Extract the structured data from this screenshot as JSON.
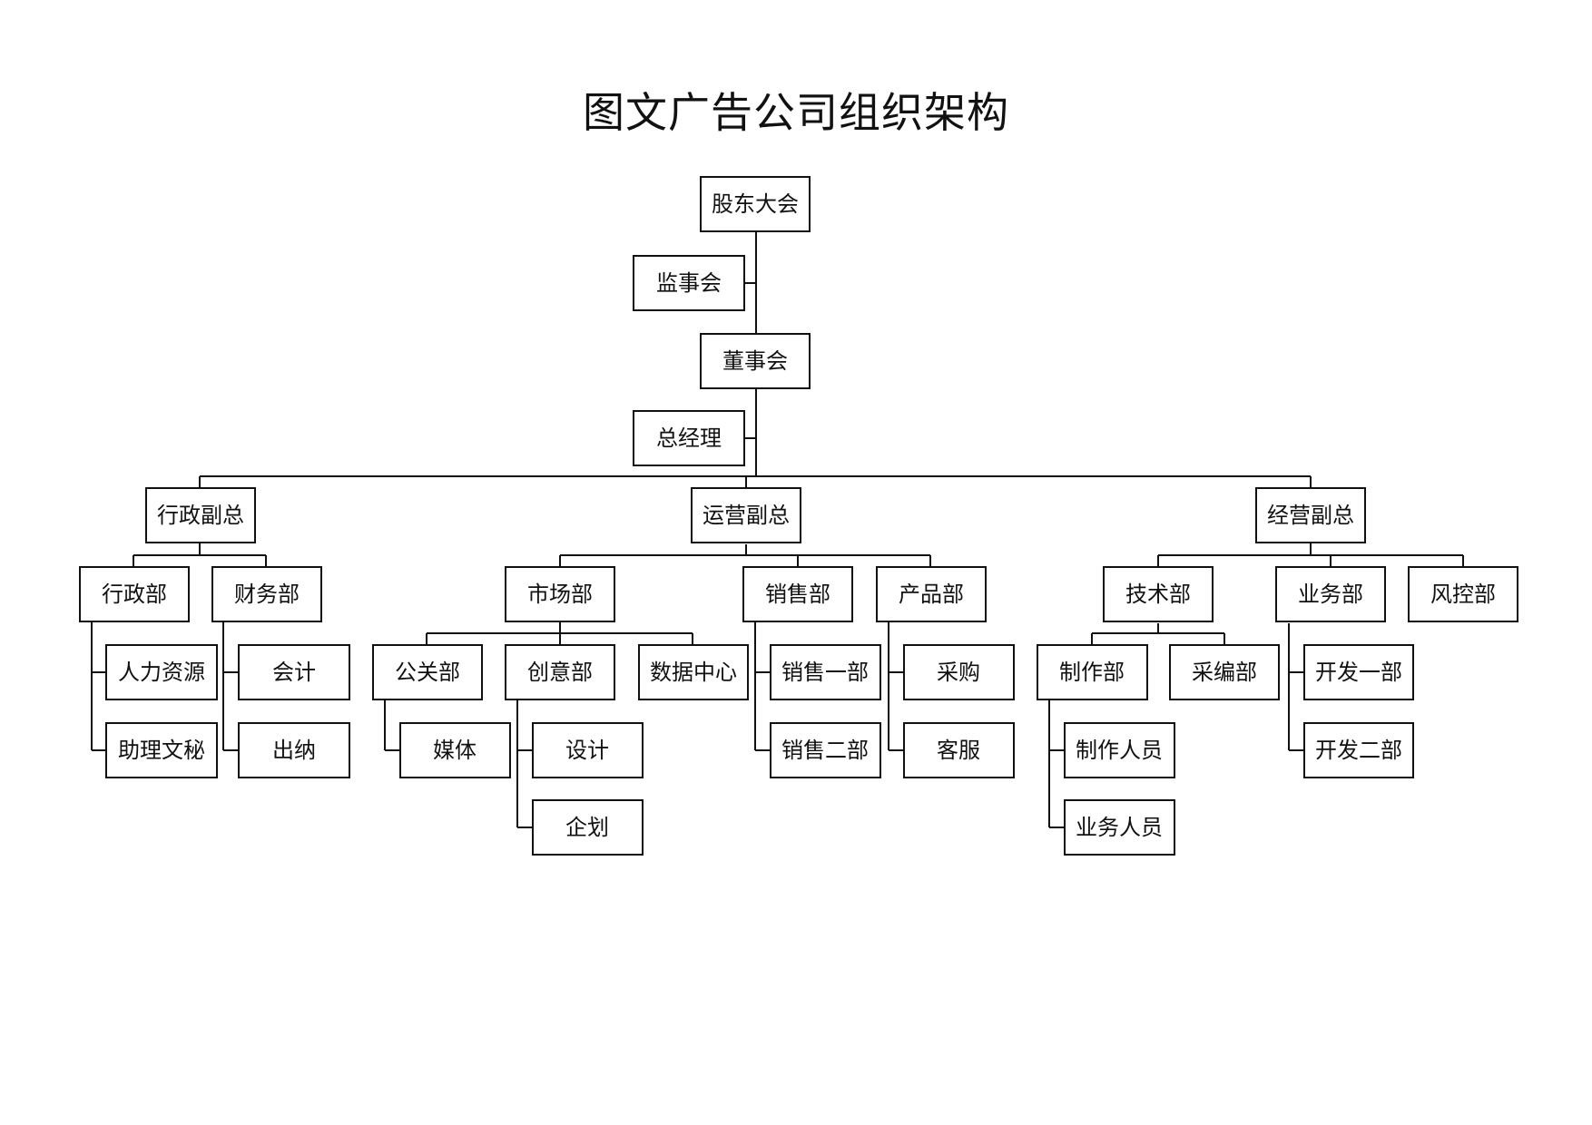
{
  "title": "图文广告公司组织架构",
  "nodes": {
    "gudong": "股东大会",
    "jianshi": "监事会",
    "dongshi": "董事会",
    "zongjingli": "总经理",
    "xingzheng_fuzong": "行政副总",
    "yunying_fuzong": "运营副总",
    "jingying_fuzong": "经营副总",
    "xingzhengbu": "行政部",
    "caiwubu": "财务部",
    "renli": "人力资源",
    "zhuli": "助理文秘",
    "kuaiji": "会计",
    "chuna": "出纳",
    "shichangbu": "市场部",
    "xiaoshoubu": "销售部",
    "chanpinbu": "产品部",
    "gongguanbu": "公关部",
    "chuangyibu": "创意部",
    "shuju": "数据中心",
    "meiti": "媒体",
    "sheji": "设计",
    "qihua": "企划",
    "xiaoshou1": "销售一部",
    "xiaoshou2": "销售二部",
    "caigou": "采购",
    "kefu": "客服",
    "jishubu": "技术部",
    "yewubu": "业务部",
    "fengkongbu": "风控部",
    "zhizuobu": "制作部",
    "caibianbu": "采编部",
    "zhizuorenyuan": "制作人员",
    "yewurenyuan": "业务人员",
    "kaifa1": "开发一部",
    "kaifa2": "开发二部"
  }
}
